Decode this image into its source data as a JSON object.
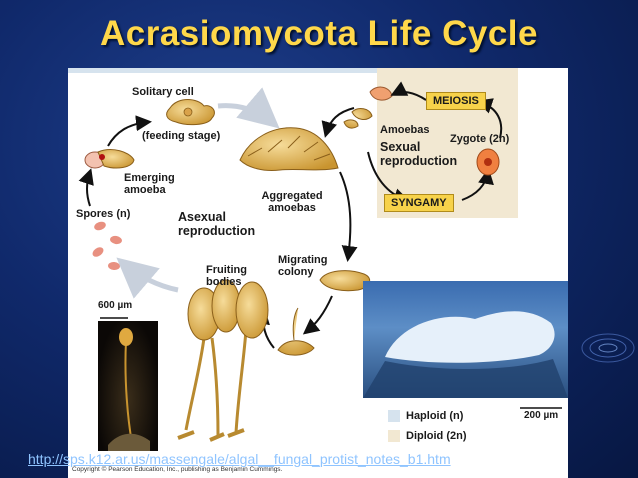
{
  "title": "Acrasiomycota Life Cycle",
  "labels": {
    "solitary_cell": "Solitary cell",
    "feeding_stage": "(feeding stage)",
    "emerging_amoeba": "Emerging amoeba",
    "spores": "Spores (n)",
    "aggregated_amoebas": "Aggregated amoebas",
    "asexual_reproduction": "Asexual reproduction",
    "migrating_colony": "Migrating colony",
    "fruiting_bodies": "Fruiting bodies",
    "amoebas": "Amoebas",
    "zygote": "Zygote (2n)",
    "sexual_reproduction": "Sexual reproduction",
    "meiosis": "MEIOSIS",
    "syngamy": "SYNGAMY"
  },
  "scale_bars": {
    "fruiting_photo": "600 µm",
    "slug_photo": "200 µm"
  },
  "legend": {
    "haploid": "Haploid (n)",
    "diploid": "Diploid (2n)",
    "haploid_color": "#d6e3ee",
    "diploid_color": "#f2e8d2"
  },
  "source_url": "http://sps.k12.ar.us/massengale/algal__fungal_protist_notes_b1.htm",
  "copyright": "Copyright © Pearson Education, Inc., publishing as Benjamin Cummings.",
  "colors": {
    "title": "#ffd84a",
    "tag_fill": "#f7d24a",
    "cell_tan": "#e8c070",
    "zygote": "#f08040",
    "spore": "#e89080",
    "background": "#10296b"
  }
}
